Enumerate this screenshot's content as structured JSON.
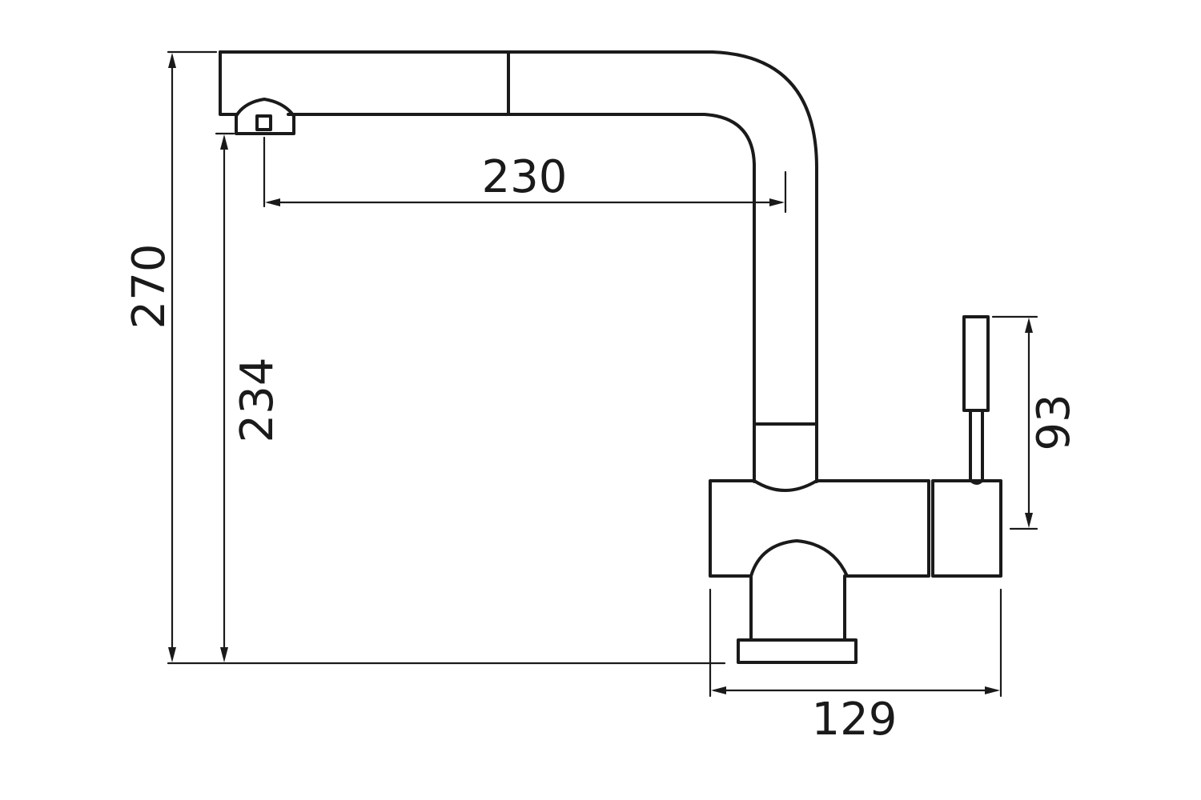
{
  "drawing": {
    "dimensions": {
      "total_height": "270",
      "spout_height": "234",
      "spout_reach": "230",
      "lever_height": "93",
      "base_width": "129"
    },
    "line_color": "#1a1a1a",
    "background": "#ffffff"
  }
}
